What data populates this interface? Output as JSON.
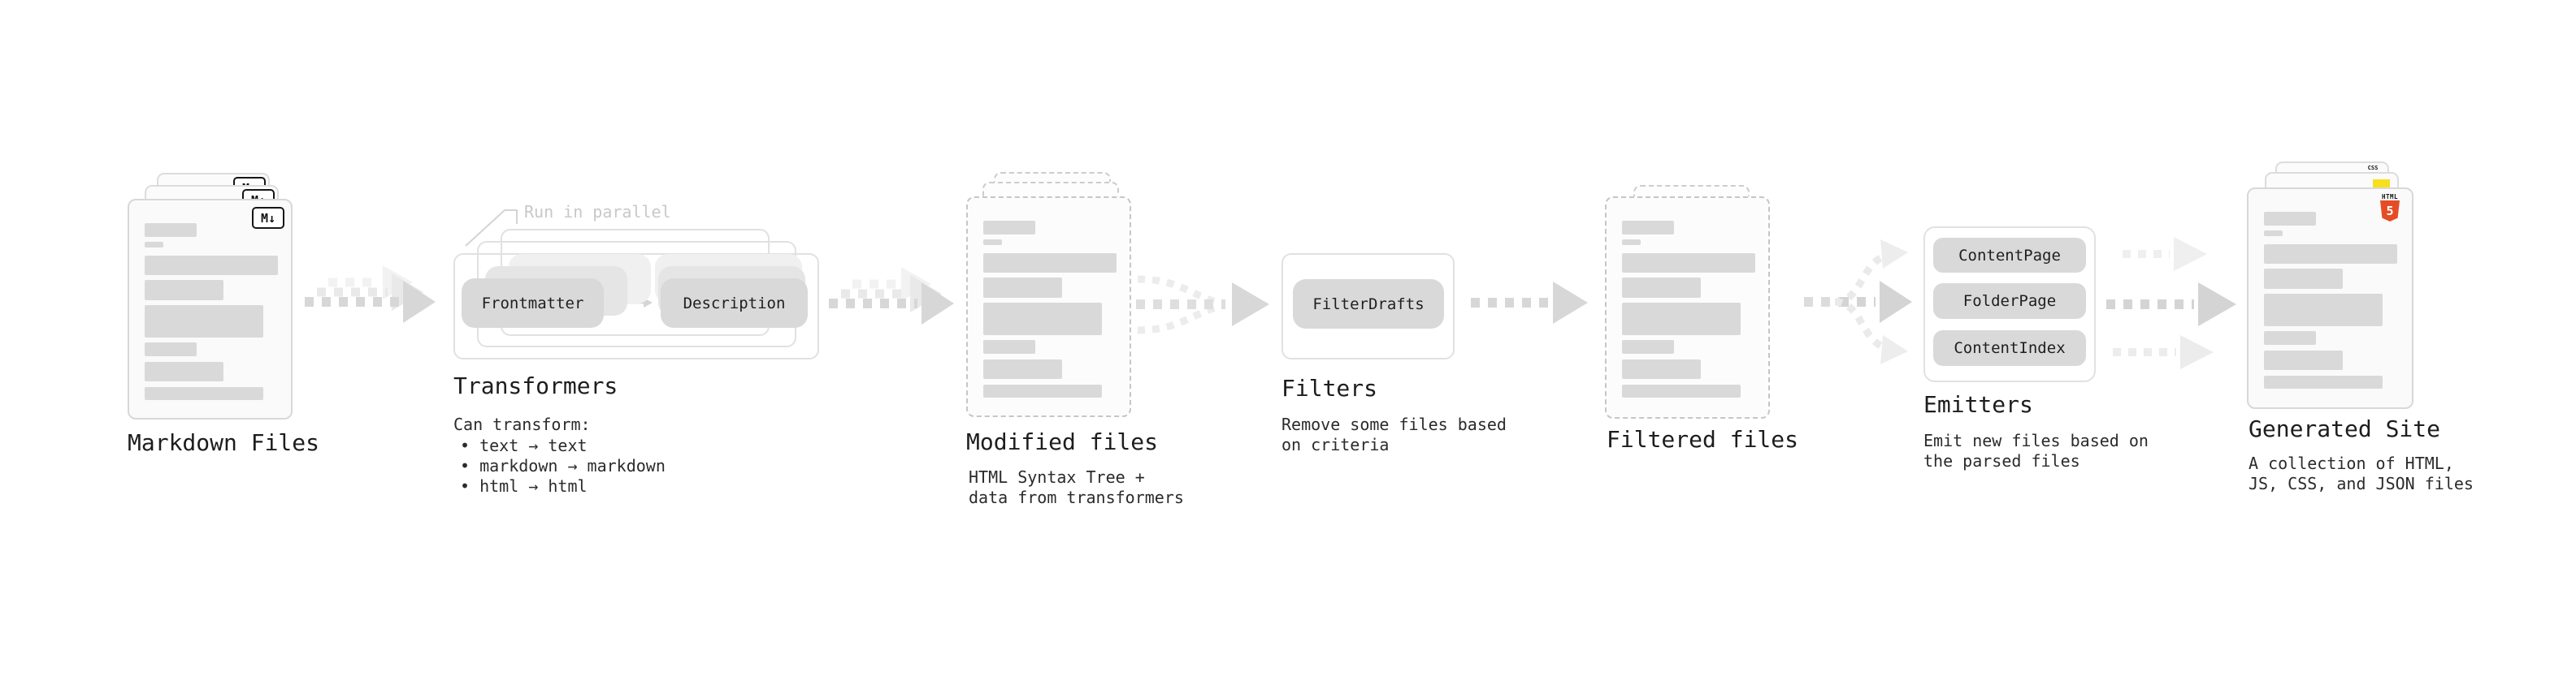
{
  "note": {
    "run_in_parallel": "Run in parallel"
  },
  "stages": {
    "markdown": {
      "label": "Markdown Files",
      "badge": "M↓"
    },
    "transformers": {
      "label": "Transformers",
      "pill_left": "Frontmatter",
      "pill_right": "Description",
      "desc_title": "Can transform:",
      "bullets": [
        "• text → text",
        "• markdown → markdown",
        "• html → html"
      ]
    },
    "modified": {
      "label": "Modified files",
      "desc": [
        "HTML Syntax Tree +",
        "data from transformers"
      ]
    },
    "filters": {
      "label": "Filters",
      "pill": "FilterDrafts",
      "desc": [
        "Remove some files based",
        "on criteria"
      ]
    },
    "filtered": {
      "label": "Filtered files"
    },
    "emitters": {
      "label": "Emitters",
      "pills": [
        "ContentPage",
        "FolderPage",
        "ContentIndex"
      ],
      "desc": [
        "Emit new files based on",
        "the parsed files"
      ]
    },
    "site": {
      "label": "Generated Site",
      "desc": [
        "A collection of HTML,",
        "JS, CSS, and JSON files"
      ],
      "html5_word": "HTML",
      "html5_number": "5",
      "css_badge": "CSS"
    }
  },
  "colors": {
    "html5_orange": "#e54d26",
    "js_yellow": "#f7df1e",
    "css_blue": "#2965f1",
    "arrow_gray": "#d7d7d7"
  }
}
